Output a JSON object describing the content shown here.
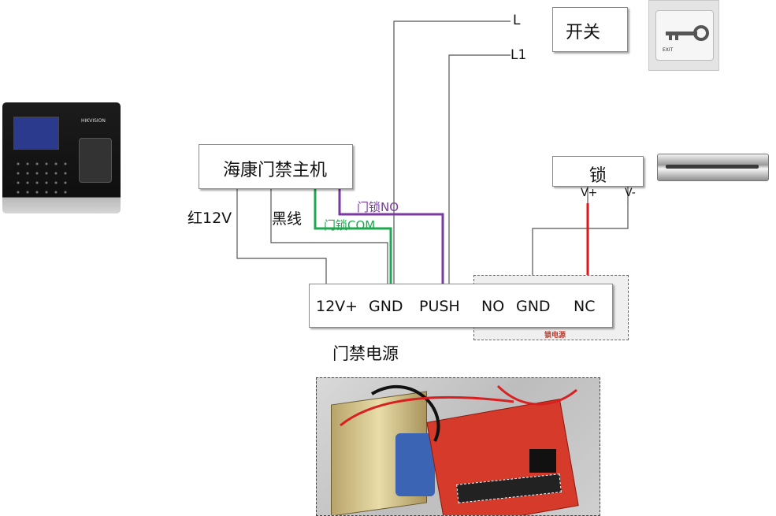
{
  "labels": {
    "controller": "海康门禁主机",
    "power_supply": "门禁电源",
    "switch": "开关",
    "lock": "锁",
    "lock_power": "锁电源",
    "red_12v": "红12V",
    "black_wire": "黑线",
    "door_lock_no": "门锁NO",
    "door_lock_com": "门锁COM",
    "line_l": "L",
    "line_l1": "L1",
    "v_plus": "V+",
    "v_minus": "V-"
  },
  "terminals": [
    "12V+",
    "GND",
    "PUSH",
    "NO",
    "GND",
    "NC"
  ],
  "exit_button_text": "EXIT",
  "reader_brand": "HIKVISION",
  "colors": {
    "wire_gray": "#555555",
    "wire_green": "#1fa84f",
    "wire_purple": "#7a3aa0",
    "wire_red": "#e0161b"
  }
}
